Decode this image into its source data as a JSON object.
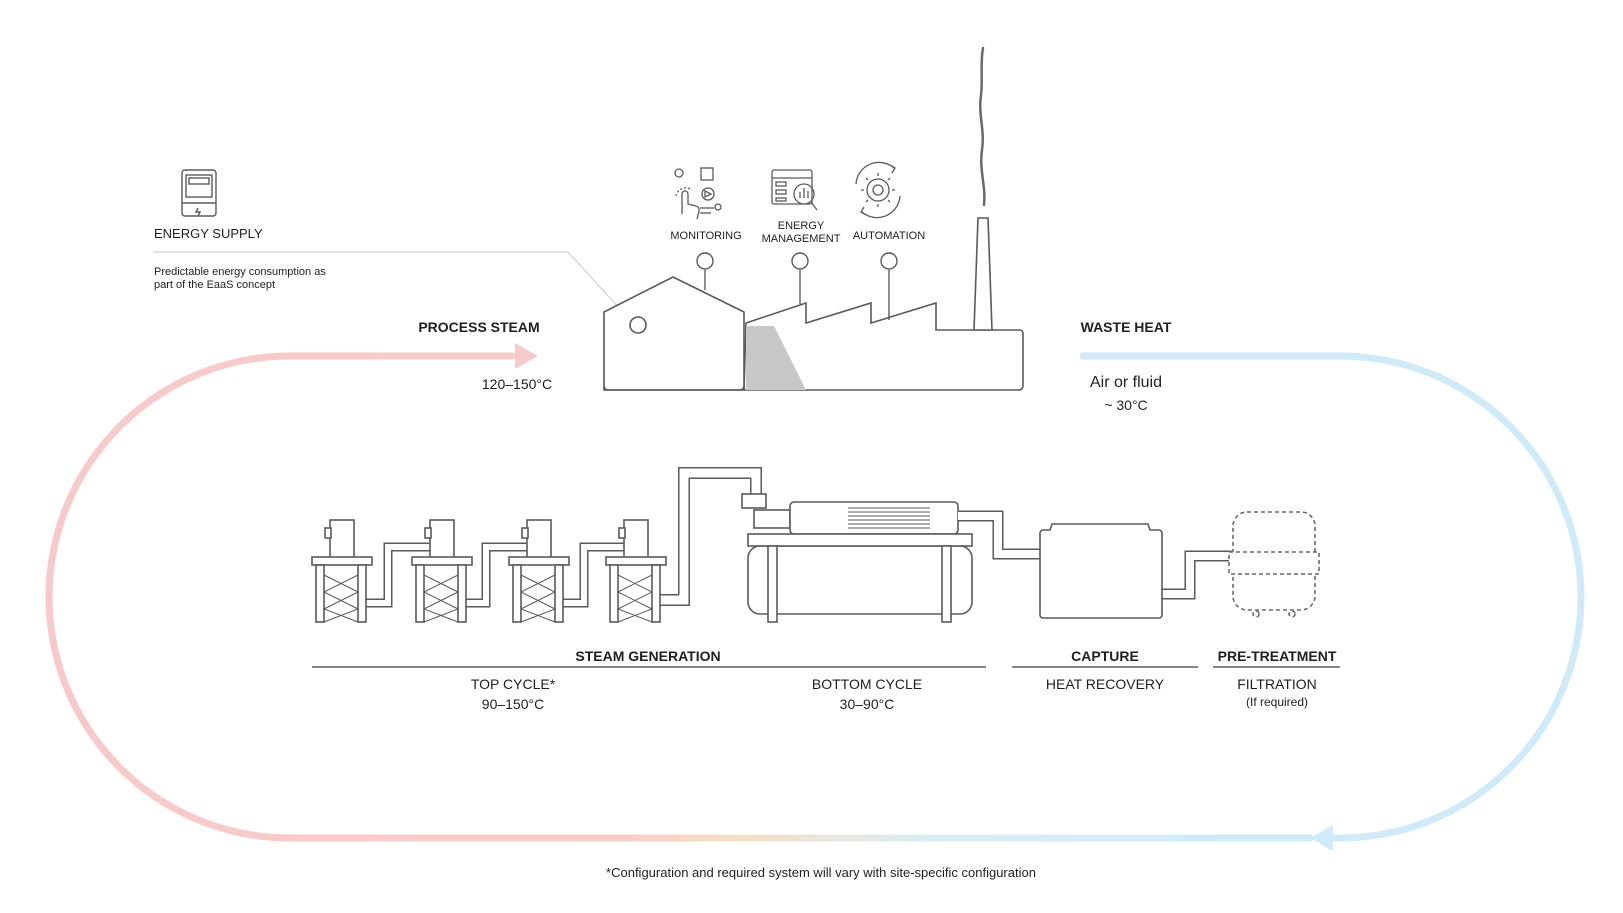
{
  "energy_supply": {
    "title": "ENERGY SUPPLY",
    "description_line1": "Predictable energy consumption as",
    "description_line2": "part of the EaaS concept",
    "icon": "energy-meter-icon"
  },
  "factory_features": [
    {
      "label_line1": "MONITORING",
      "label_line2": "",
      "icon": "monitoring-icon"
    },
    {
      "label_line1": "ENERGY",
      "label_line2": "MANAGEMENT",
      "icon": "energy-management-icon"
    },
    {
      "label_line1": "AUTOMATION",
      "label_line2": "",
      "icon": "automation-gear-icon"
    }
  ],
  "process_steam": {
    "title": "PROCESS STEAM",
    "temperature": "120–150°C"
  },
  "waste_heat": {
    "title": "WASTE HEAT",
    "medium": "Air or fluid",
    "temperature": "~ 30°C"
  },
  "stages": {
    "steam_generation": {
      "title": "STEAM GENERATION",
      "top_cycle": {
        "label": "TOP CYCLE*",
        "range": "90–150°C"
      },
      "bottom_cycle": {
        "label": "BOTTOM CYCLE",
        "range": "30–90°C"
      }
    },
    "capture": {
      "title": "CAPTURE",
      "subtitle": "HEAT RECOVERY"
    },
    "pre_treatment": {
      "title": "PRE-TREATMENT",
      "subtitle": "FILTRATION",
      "note": "(If required)"
    }
  },
  "footnote": "*Configuration and required system will vary with site-specific configuration",
  "colors": {
    "hot": "#f8c9c9",
    "warm": "#f6dfc0",
    "cold": "#cfeaf8",
    "line": "#5a5a5a",
    "fill_gray": "#c8c8c8"
  }
}
